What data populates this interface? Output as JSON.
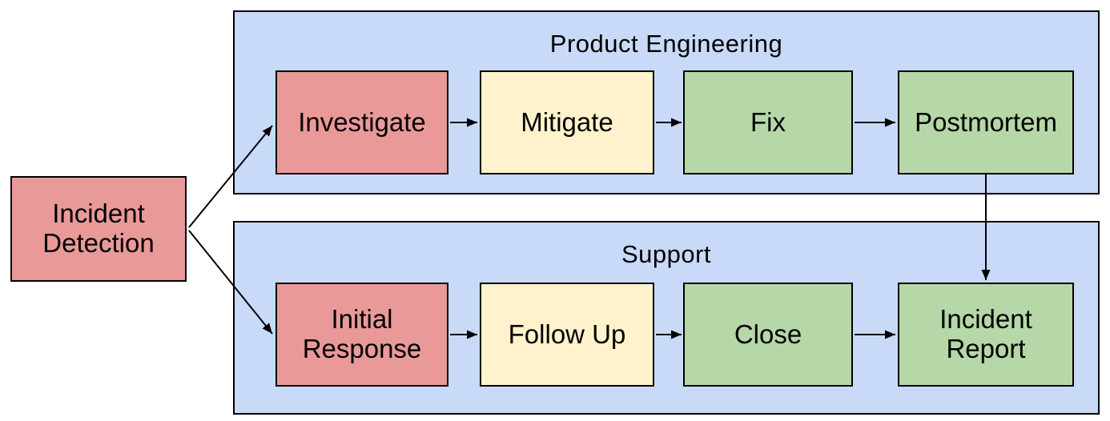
{
  "diagram_type": "flowchart-swimlane",
  "colors": {
    "lane_bg": "#C9DAF8",
    "node_red": "#EA9999",
    "node_yellow": "#FFF2CC",
    "node_green": "#B6D7A8",
    "border": "#000000",
    "arrow": "#000000",
    "canvas_bg": "#FFFFFF"
  },
  "nodes": {
    "detection": {
      "label": "Incident\nDetection",
      "color": "#EA9999"
    }
  },
  "lanes": [
    {
      "title": "Product Engineering",
      "steps": [
        {
          "label": "Investigate",
          "color": "#EA9999"
        },
        {
          "label": "Mitigate",
          "color": "#FFF2CC"
        },
        {
          "label": "Fix",
          "color": "#B6D7A8"
        },
        {
          "label": "Postmortem",
          "color": "#B6D7A8"
        }
      ]
    },
    {
      "title": "Support",
      "steps": [
        {
          "label": "Initial\nResponse",
          "color": "#EA9999"
        },
        {
          "label": "Follow Up",
          "color": "#FFF2CC"
        },
        {
          "label": "Close",
          "color": "#B6D7A8"
        },
        {
          "label": "Incident\nReport",
          "color": "#B6D7A8"
        }
      ]
    }
  ],
  "edges": [
    {
      "from": "Incident Detection",
      "to": "Investigate"
    },
    {
      "from": "Incident Detection",
      "to": "Initial Response"
    },
    {
      "from": "Investigate",
      "to": "Mitigate"
    },
    {
      "from": "Mitigate",
      "to": "Fix"
    },
    {
      "from": "Fix",
      "to": "Postmortem"
    },
    {
      "from": "Postmortem",
      "to": "Incident Report"
    },
    {
      "from": "Initial Response",
      "to": "Follow Up"
    },
    {
      "from": "Follow Up",
      "to": "Close"
    },
    {
      "from": "Close",
      "to": "Incident Report"
    }
  ]
}
